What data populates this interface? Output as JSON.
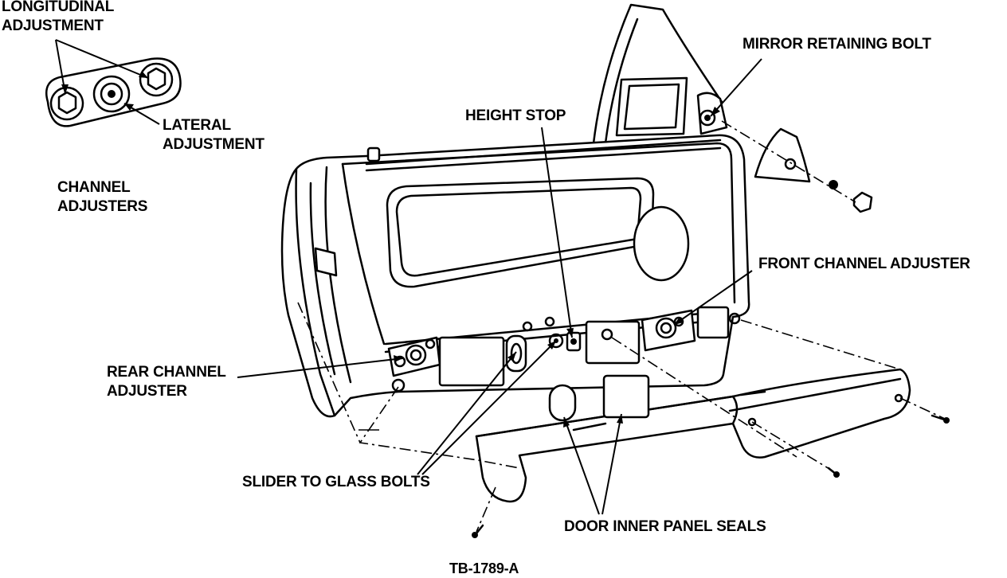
{
  "labels": {
    "longitudinal_line1": "LONGITUDINAL",
    "longitudinal_line2": "ADJUSTMENT",
    "lateral_line1": "LATERAL",
    "lateral_line2": "ADJUSTMENT",
    "channel_line1": "CHANNEL",
    "channel_line2": "ADJUSTERS",
    "height_stop": "HEIGHT STOP",
    "mirror_bolt": "MIRROR RETAINING BOLT",
    "front_channel": "FRONT CHANNEL ADJUSTER",
    "rear_channel_line1": "REAR CHANNEL",
    "rear_channel_line2": "ADJUSTER",
    "slider_bolts": "SLIDER TO GLASS BOLTS",
    "door_seals": "DOOR INNER PANEL SEALS",
    "figure_id": "TB-1789-A"
  }
}
